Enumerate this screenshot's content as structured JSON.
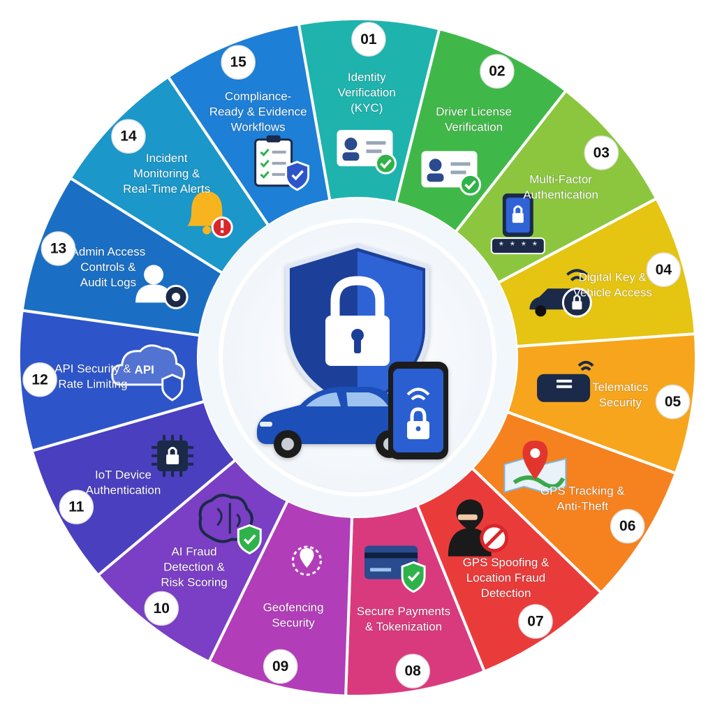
{
  "segments": [
    {
      "number": "01",
      "lines": [
        "Identity",
        "Verification",
        "(KYC)"
      ],
      "color": "#1fb3ad",
      "icon": "id-card-check-icon"
    },
    {
      "number": "02",
      "lines": [
        "Driver License",
        "Verification"
      ],
      "color": "#40b849",
      "icon": "driver-license-check-icon"
    },
    {
      "number": "03",
      "lines": [
        "Multi-Factor",
        "Authentication"
      ],
      "color": "#8cc63f",
      "icon": "phone-lock-pin-icon"
    },
    {
      "number": "04",
      "lines": [
        "Digital Key &",
        "Vehicle Access"
      ],
      "color": "#e5c412",
      "icon": "car-digital-key-icon"
    },
    {
      "number": "05",
      "lines": [
        "Telematics",
        "Security"
      ],
      "color": "#f7a51c",
      "icon": "telematics-device-icon"
    },
    {
      "number": "06",
      "lines": [
        "GPS Tracking &",
        "Anti-Theft"
      ],
      "color": "#f5821f",
      "icon": "map-pin-icon"
    },
    {
      "number": "07",
      "lines": [
        "GPS Spoofing &",
        "Location Fraud",
        "Detection"
      ],
      "color": "#ea3b3b",
      "icon": "hacker-blocked-icon"
    },
    {
      "number": "08",
      "lines": [
        "Secure Payments",
        "& Tokenization"
      ],
      "color": "#d93a7e",
      "icon": "credit-card-shield-icon"
    },
    {
      "number": "09",
      "lines": [
        "Geofencing",
        "Security"
      ],
      "color": "#b13db8",
      "icon": "geofence-icon"
    },
    {
      "number": "10",
      "lines": [
        "AI Fraud",
        "Detection &",
        "Risk Scoring"
      ],
      "color": "#7a3fc4",
      "icon": "brain-shield-icon"
    },
    {
      "number": "11",
      "lines": [
        "IoT Device",
        "Authentication"
      ],
      "color": "#4a3fbf",
      "icon": "chip-lock-icon"
    },
    {
      "number": "12",
      "lines": [
        "API Security &",
        "Rate Limiting"
      ],
      "color": "#2d55c9",
      "icon": "api-cloud-shield-icon"
    },
    {
      "number": "13",
      "lines": [
        "Admin Access",
        "Controls &",
        "Audit Logs"
      ],
      "color": "#1a6fc4",
      "icon": "user-gear-icon"
    },
    {
      "number": "14",
      "lines": [
        "Incident",
        "Monitoring &",
        "Real-Time Alerts"
      ],
      "color": "#1b97c9",
      "icon": "bell-alert-icon"
    },
    {
      "number": "15",
      "lines": [
        "Compliance-",
        "Ready & Evidence",
        "Workflows"
      ],
      "color": "#1d7fd6",
      "icon": "clipboard-shield-icon"
    }
  ],
  "center": {
    "icon": "shield-lock-car-phone-icon"
  },
  "colors": {
    "badge_fill": "#ffffff",
    "inner_ring": "#e8f1f8",
    "shield_dark": "#1d3f99",
    "shield_light": "#2f63d6",
    "car": "#1f4fb8"
  }
}
